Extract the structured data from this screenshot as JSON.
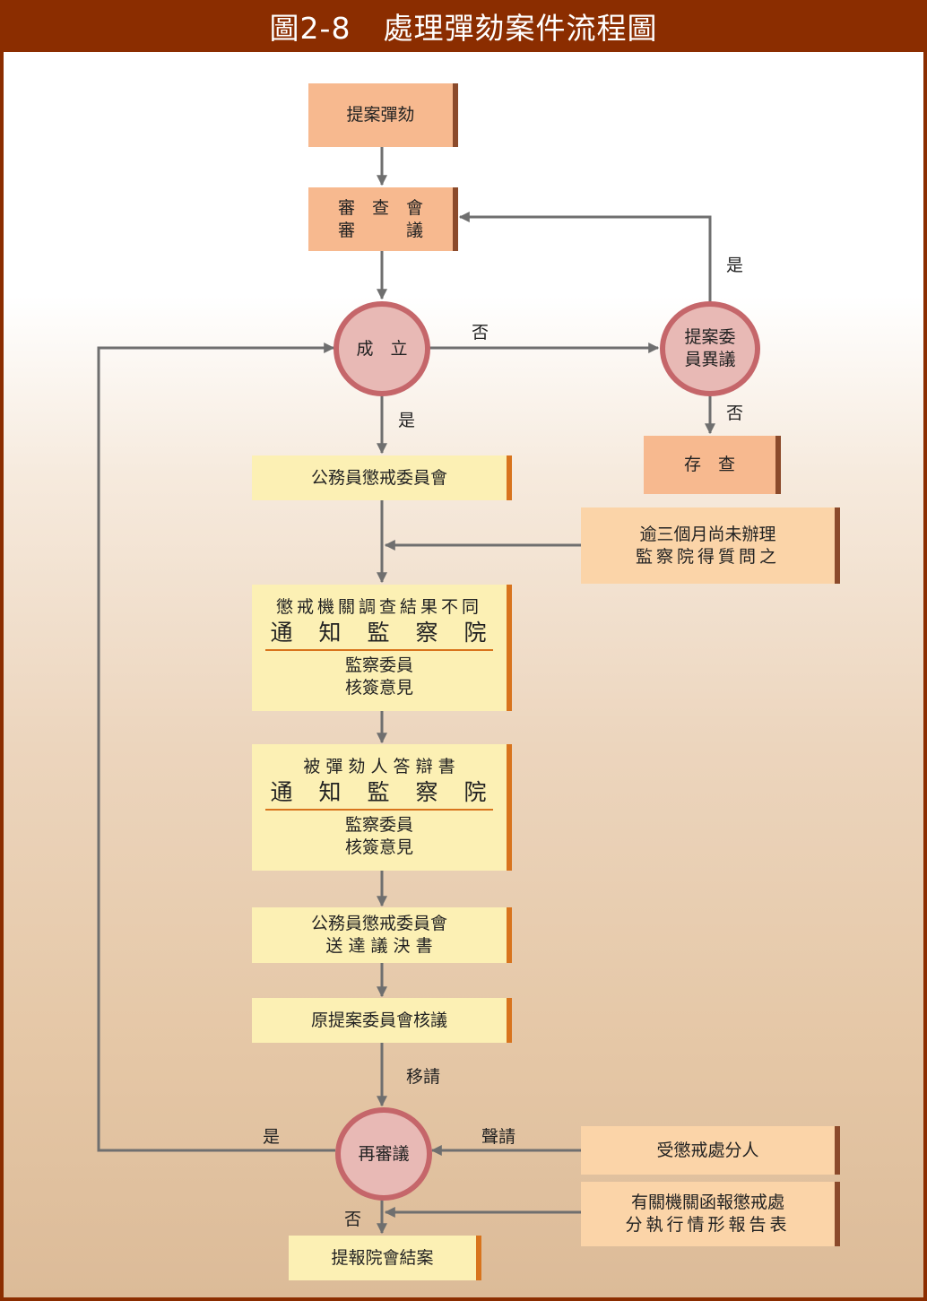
{
  "title": {
    "number": "圖2-8",
    "text": "處理彈劾案件流程圖"
  },
  "nodes": {
    "propose": "提案彈劾",
    "review_l1": "審　查　會",
    "review_l2": "審　　　議",
    "established": "成　立",
    "objection_l1": "提案委",
    "objection_l2": "員異議",
    "archive": "存　查",
    "committee": "公務員懲戒委員會",
    "overdue_l1": "逾三個月尚未辦理",
    "overdue_l2": "監察院得質問之",
    "diff_l1": "懲戒機關調查結果不同",
    "diff_l2": "通　知　監　察　院",
    "diff_l3": "監察委員",
    "diff_l4": "核簽意見",
    "defense_l1": "被 彈 劾 人 答 辯 書",
    "defense_l2": "通　知　監　察　院",
    "defense_l3": "監察委員",
    "defense_l4": "核簽意見",
    "decision_l1": "公務員懲戒委員會",
    "decision_l2": "送 達 議 決 書",
    "orig_review": "原提案委員會核議",
    "rereview": "再審議",
    "punished": "受懲戒處分人",
    "report_l1": "有關機關函報懲戒處",
    "report_l2": "分執行情形報告表",
    "close": "提報院會結案"
  },
  "labels": {
    "yes_objection": "是",
    "no_established": "否",
    "no_objection": "否",
    "yes_established": "是",
    "transfer": "移請",
    "petition": "聲請",
    "yes_rereview": "是",
    "no_rereview": "否"
  },
  "colors": {
    "title_bar": "#8b2d00",
    "peach_box": "#f7b98f",
    "yellow_box": "#fcf0b4",
    "light_peach_box": "#fbd4a8",
    "circle_fill": "#e8b9b5",
    "circle_border": "#c5666a",
    "connector": "#6f6f6f"
  }
}
